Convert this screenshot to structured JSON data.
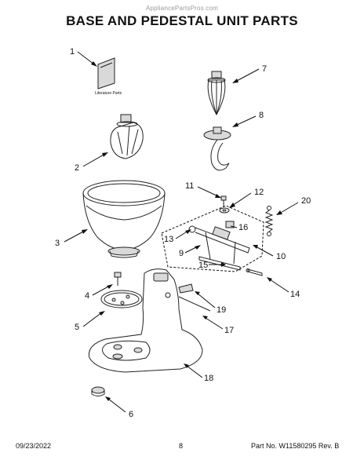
{
  "watermark": "AppliancePartsPros.com",
  "title": "BASE AND PEDESTAL UNIT PARTS",
  "literature_label": "Literature Parts",
  "callouts": {
    "c1": "1",
    "c2": "2",
    "c3": "3",
    "c4": "4",
    "c5": "5",
    "c6": "6",
    "c7": "7",
    "c8": "8",
    "c9": "9",
    "c10": "10",
    "c11": "11",
    "c12": "12",
    "c13": "13",
    "c14": "14",
    "c15": "15",
    "c16": "16",
    "c17": "17",
    "c18": "18",
    "c19": "19",
    "c20": "20"
  },
  "footer": {
    "date": "09/23/2022",
    "page": "8",
    "part_number": "Part No. W11580295  Rev. B"
  }
}
